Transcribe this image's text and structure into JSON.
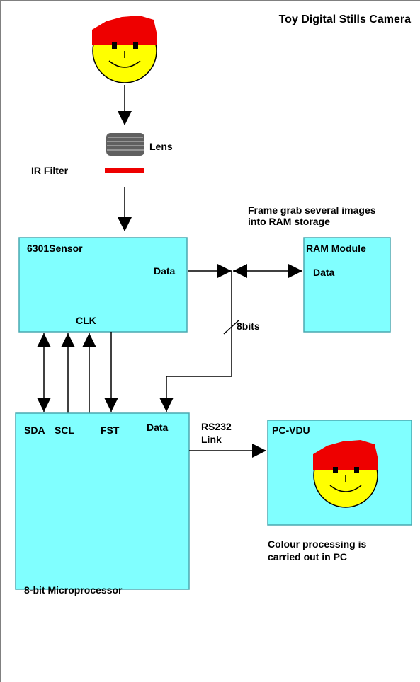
{
  "title": "Toy Digital Stills Camera",
  "colors": {
    "block_fill": "#80ffff",
    "block_stroke": "#4aa9b0",
    "face_yellow": "#ffff00",
    "hat_red": "#ee0000",
    "filter_red": "#ee0000",
    "lens_gray": "#606060"
  },
  "optics": {
    "lens_label": "Lens",
    "filter_label": "IR Filter"
  },
  "notes": {
    "frame_grab_line1": "Frame grab several images",
    "frame_grab_line2": "into RAM storage",
    "colour_line1": "Colour processing is",
    "colour_line2": "carried out in PC"
  },
  "sensor": {
    "label": "6301Sensor",
    "data_port": "Data",
    "clk_port": "CLK"
  },
  "ram": {
    "label": "RAM Module",
    "data_port": "Data"
  },
  "bus": {
    "width_label": "8bits"
  },
  "micro": {
    "label": "8-bit Microprocessor",
    "ports": {
      "sda": "SDA",
      "scl": "SCL",
      "fst": "FST",
      "data": "Data"
    }
  },
  "link": {
    "line1": "RS232",
    "line2": "Link"
  },
  "pc": {
    "label": "PC-VDU"
  }
}
